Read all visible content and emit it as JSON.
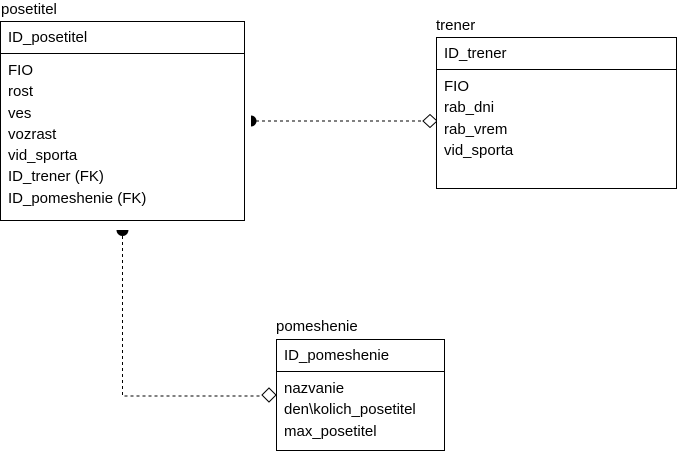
{
  "entities": {
    "posetitel": {
      "title": "posetitel",
      "key": "ID_posetitel",
      "attributes": [
        "FIO",
        "rost",
        "ves",
        "vozrast",
        "vid_sporta",
        "ID_trener (FK)",
        "ID_pomeshenie (FK)"
      ]
    },
    "trener": {
      "title": "trener",
      "key": "ID_trener",
      "attributes": [
        "FIO",
        "rab_dni",
        "rab_vrem",
        "vid_sporta"
      ]
    },
    "pomeshenie": {
      "title": "pomeshenie",
      "key": "ID_pomeshenie",
      "attributes": [
        "nazvanie",
        "den\\kolich_posetitel",
        "max_posetitel"
      ]
    }
  },
  "relations": [
    {
      "from": "posetitel",
      "to": "trener",
      "style": "dashed",
      "from_end": "filled-half-circle",
      "to_end": "hollow-diamond"
    },
    {
      "from": "posetitel",
      "to": "pomeshenie",
      "style": "dashed",
      "from_end": "filled-half-circle",
      "to_end": "hollow-diamond"
    }
  ],
  "colors": {
    "line": "#000000",
    "background": "#ffffff"
  }
}
